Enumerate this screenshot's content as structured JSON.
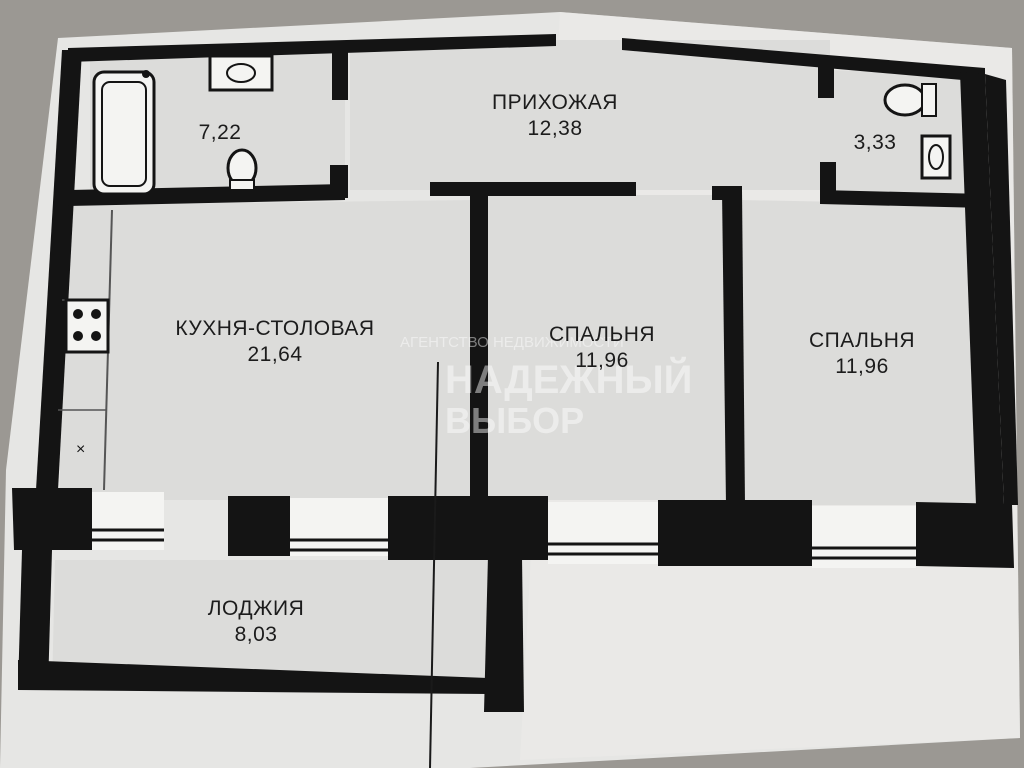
{
  "plan": {
    "rooms": [
      {
        "id": "hallway",
        "name": "ПРИХОЖАЯ",
        "area": "12,38"
      },
      {
        "id": "bathroom-left",
        "name": "",
        "area": "7,22"
      },
      {
        "id": "bathroom-right",
        "name": "",
        "area": "3,33"
      },
      {
        "id": "kitchen-dining",
        "name": "КУХНЯ-СТОЛОВАЯ",
        "area": "21,64"
      },
      {
        "id": "bedroom-1",
        "name": "СПАЛЬНЯ",
        "area": "11,96"
      },
      {
        "id": "bedroom-2",
        "name": "СПАЛЬНЯ",
        "area": "11,96"
      },
      {
        "id": "loggia",
        "name": "ЛОДЖИЯ",
        "area": "8,03"
      }
    ],
    "watermark": {
      "line1": "АГЕНТСТВО НЕДВИЖИМОСТИ",
      "line2": "НАДЕЖНЫЙ",
      "line3": "ВЫБОР"
    }
  },
  "colors": {
    "background": "#9b9893",
    "paper": "#e7e7e5",
    "wall": "#141414",
    "fixture": "#f4f4f2"
  }
}
